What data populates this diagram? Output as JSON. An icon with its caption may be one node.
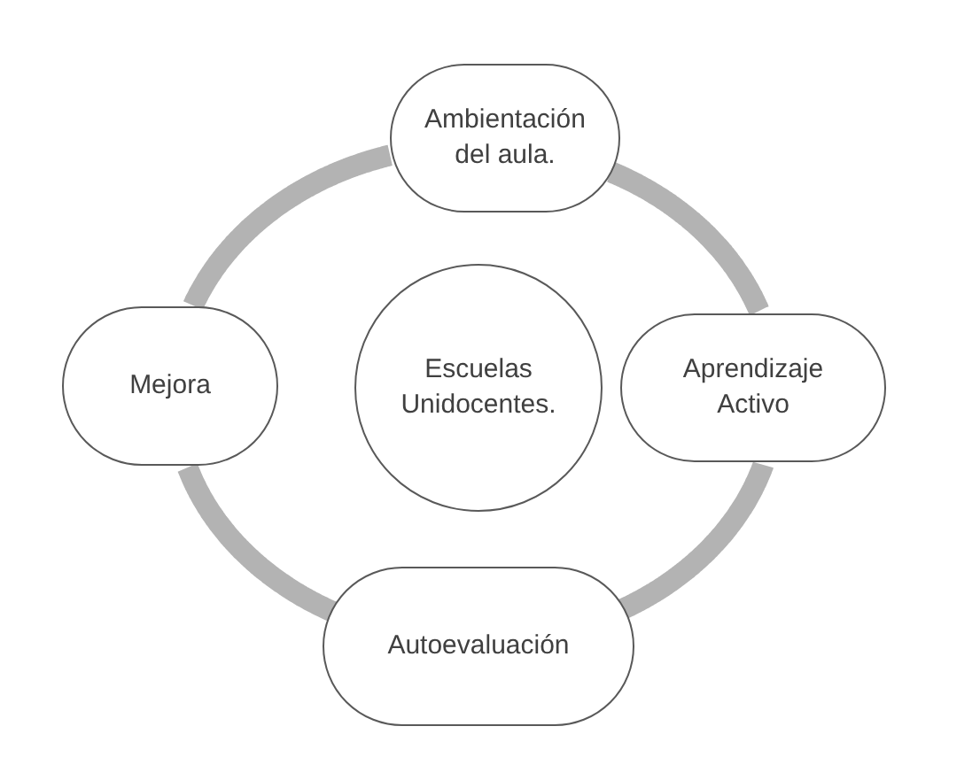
{
  "diagram": {
    "nodes": [
      {
        "text": [
          "Ambientación del aula."
        ]
      },
      {
        "text": [
          "Mejora"
        ]
      },
      {
        "text": [
          "Escuelas Unidocentes."
        ]
      },
      {
        "text": [
          "Aprendizaje Activo"
        ]
      },
      {
        "text": [
          "Autoevaluación"
        ]
      }
    ],
    "edges": [
      {
        "from": 0,
        "to": 3,
        "arrow": "none"
      },
      {
        "from": 3,
        "to": 4,
        "arrow": "none"
      },
      {
        "from": 4,
        "to": 1,
        "arrow": "none"
      },
      {
        "from": 1,
        "to": 0,
        "arrow": "none"
      }
    ]
  }
}
